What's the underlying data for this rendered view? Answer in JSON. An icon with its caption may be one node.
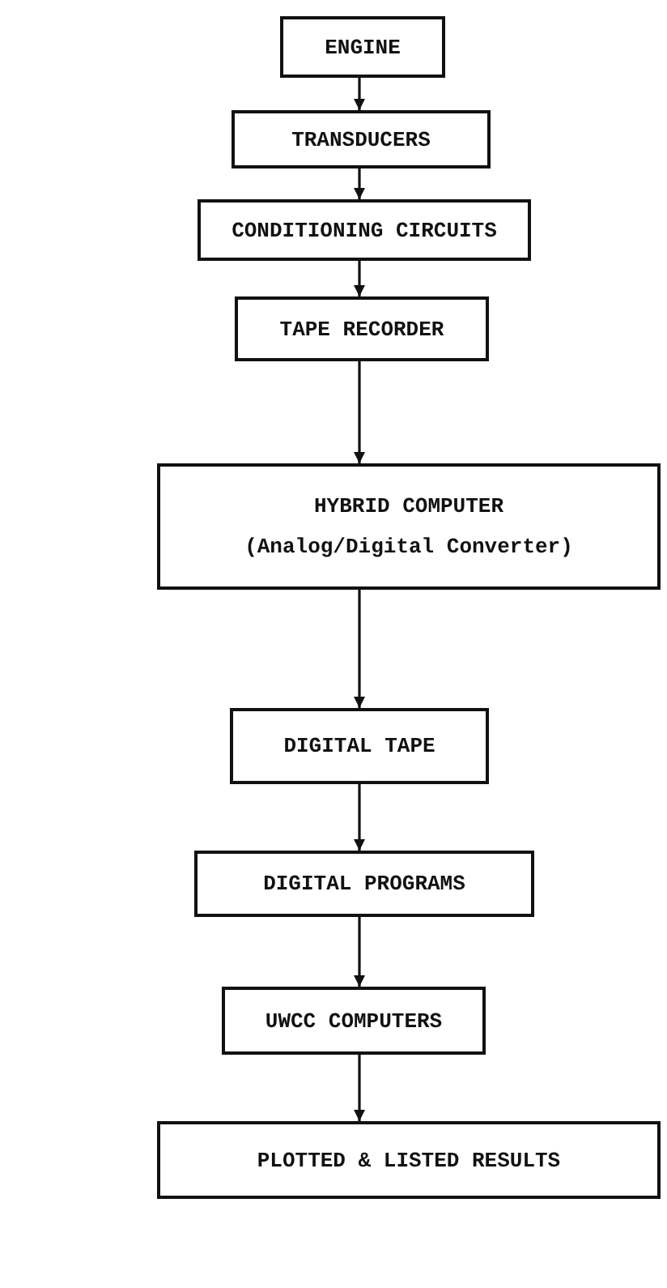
{
  "diagram": {
    "nodes": [
      {
        "text": [
          "ENGINE"
        ]
      },
      {
        "text": [
          "TRANSDUCERS"
        ]
      },
      {
        "text": [
          "CONDITIONING CIRCUITS"
        ]
      },
      {
        "text": [
          "TAPE RECORDER"
        ]
      },
      {
        "text": [
          "HYBRID COMPUTER",
          "(Analog/Digital Converter)"
        ]
      },
      {
        "text": [
          "DIGITAL TAPE"
        ]
      },
      {
        "text": [
          "DIGITAL PROGRAMS"
        ]
      },
      {
        "text": [
          "UWCC COMPUTERS"
        ]
      },
      {
        "text": [
          "PLOTTED & LISTED RESULTS"
        ]
      }
    ],
    "edges": [
      {
        "from": 0,
        "to": 1,
        "arrow": "to"
      },
      {
        "from": 1,
        "to": 2,
        "arrow": "to"
      },
      {
        "from": 2,
        "to": 3,
        "arrow": "to"
      },
      {
        "from": 3,
        "to": 4,
        "arrow": "to"
      },
      {
        "from": 4,
        "to": 5,
        "arrow": "to"
      },
      {
        "from": 5,
        "to": 6,
        "arrow": "to"
      },
      {
        "from": 6,
        "to": 7,
        "arrow": "to"
      },
      {
        "from": 7,
        "to": 8,
        "arrow": "to"
      }
    ]
  }
}
